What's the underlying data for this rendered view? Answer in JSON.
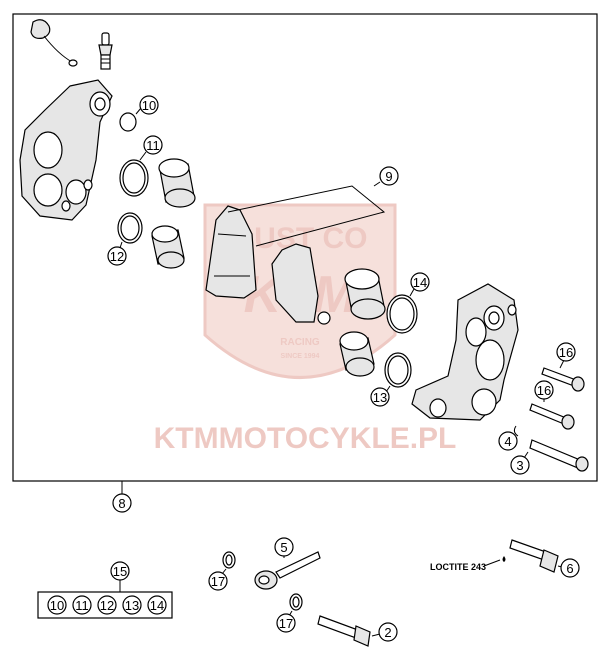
{
  "diagram": {
    "frame_callout": "8",
    "callouts": {
      "c2": "2",
      "c3": "3",
      "c4": "4",
      "c5": "5",
      "c6": "6",
      "c9": "9",
      "c10": "10",
      "c11": "11",
      "c12": "12",
      "c13": "13",
      "c14": "14",
      "c15": "15",
      "c16a": "16",
      "c16b": "16",
      "c17a": "17",
      "c17b": "17"
    },
    "kit_items": [
      "10",
      "11",
      "12",
      "13",
      "14"
    ],
    "loctite_label": "LOCTITE 243",
    "watermark": {
      "site": "KTMMOTOCYKLE.PL",
      "badge_top": "DUST CO",
      "badge_mid": "KTM",
      "badge_racing": "RACING",
      "badge_since": "SINCE 1994"
    },
    "colors": {
      "ink": "#000000",
      "watermark": "#e9b8b0",
      "background": "#ffffff"
    }
  }
}
